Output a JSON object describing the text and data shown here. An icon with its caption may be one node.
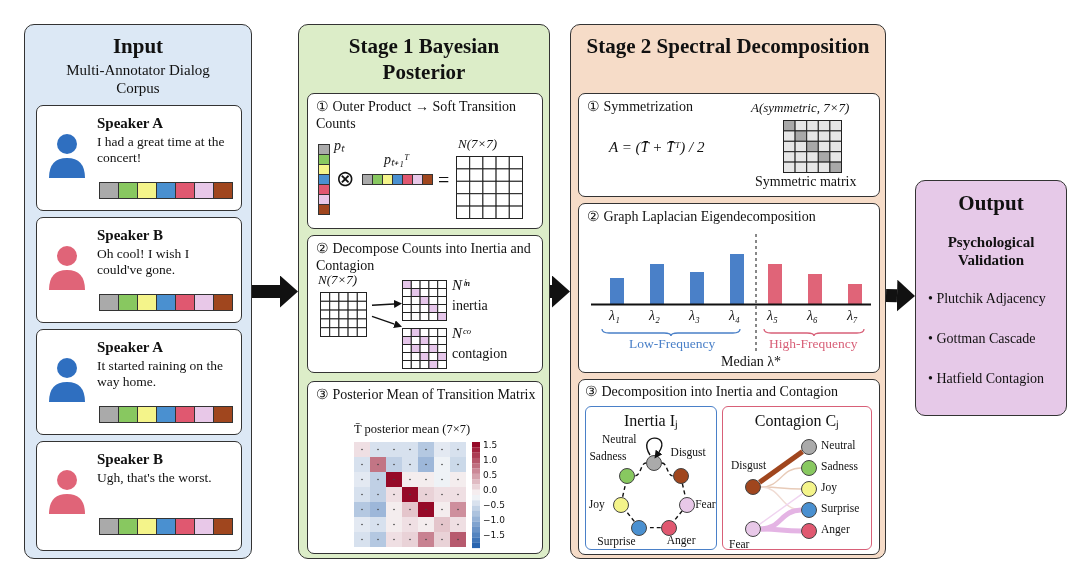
{
  "diagram": {
    "nodes": [
      {
        "text": [
          "Input",
          "Multi-Annotator Dialog Corpus"
        ]
      },
      {
        "text": [
          "Speaker A",
          "I had a great time at the concert!"
        ],
        "in": 0
      },
      {
        "text": [
          "Speaker B",
          "Oh cool! I wish I could've gone."
        ],
        "in": 0
      },
      {
        "text": [
          "Speaker A",
          "It started raining on the way home."
        ],
        "in": 0
      },
      {
        "text": [
          "Speaker B",
          "Ugh, that's the worst."
        ],
        "in": 0
      },
      {
        "text": [
          "Stage 1 Bayesian Posterior"
        ]
      },
      {
        "text": [
          "① Outer Product → Soft Transition Counts",
          "pₜ",
          "⊗",
          "pₜ₊₁ᵀ",
          "=",
          "N(7×7)"
        ],
        "in": 5
      },
      {
        "text": [
          "② Decompose Counts into Inertia and Contagion"
        ],
        "in": 5
      },
      {
        "text": [
          "N(7×7)"
        ],
        "in": 7
      },
      {
        "text": [
          "Nⁱⁿ",
          "inertia"
        ],
        "in": 7
      },
      {
        "text": [
          "Nᶜᵒ",
          "contagion"
        ],
        "in": 7
      },
      {
        "text": [
          "③ Posterior Mean of Transition Matrix",
          "T̄ posterior mean (7×7)",
          "1.5",
          "1.0",
          "0.5",
          "0.0",
          "−0.5",
          "−1.0",
          "−1.5"
        ],
        "in": 5
      },
      {
        "text": [
          "Stage 2 Spectral Decomposition"
        ]
      },
      {
        "text": [
          "① Symmetrization",
          "A = (T̄ + T̄ᵀ) / 2",
          "A(symmetric, 7×7)",
          "Symmetric matrix"
        ],
        "in": 12
      },
      {
        "text": [
          "② Graph Laplacian Eigendecomposition",
          "λ₁",
          "λ₂",
          "λ₃",
          "λ₄",
          "λ₅",
          "λ₆",
          "λ₇",
          "Low-Frequency",
          "High-Frequency",
          "Median λ*"
        ],
        "in": 12
      },
      {
        "text": [
          "③ Decomposition into Inertia and Contagion"
        ],
        "in": 12
      },
      {
        "text": [
          "Inertia Iⱼ"
        ],
        "in": 15
      },
      {
        "text": [],
        "shape": "circle",
        "beside": [
          "Neutral"
        ],
        "in": 16
      },
      {
        "text": [],
        "shape": "circle",
        "beside": [
          "Disgust"
        ],
        "in": 16
      },
      {
        "text": [],
        "shape": "circle",
        "beside": [
          "Fear"
        ],
        "in": 16
      },
      {
        "text": [],
        "shape": "circle",
        "beside": [
          "Anger"
        ],
        "in": 16
      },
      {
        "text": [],
        "shape": "circle",
        "beside": [
          "Surprise"
        ],
        "in": 16
      },
      {
        "text": [],
        "shape": "circle",
        "beside": [
          "Joy"
        ],
        "in": 16
      },
      {
        "text": [],
        "shape": "circle",
        "beside": [
          "Sadness"
        ],
        "in": 16
      },
      {
        "text": [
          "Contagion Cⱼ"
        ],
        "in": 15
      },
      {
        "text": [],
        "shape": "circle",
        "beside": [
          "Disgust"
        ],
        "in": 24
      },
      {
        "text": [],
        "shape": "circle",
        "beside": [
          "Fear"
        ],
        "in": 24
      },
      {
        "text": [],
        "shape": "circle",
        "beside": [
          "Neutral"
        ],
        "in": 24
      },
      {
        "text": [],
        "shape": "circle",
        "beside": [
          "Sadness"
        ],
        "in": 24
      },
      {
        "text": [],
        "shape": "circle",
        "beside": [
          "Joy"
        ],
        "in": 24
      },
      {
        "text": [],
        "shape": "circle",
        "beside": [
          "Surprise"
        ],
        "in": 24
      },
      {
        "text": [],
        "shape": "circle",
        "beside": [
          "Anger"
        ],
        "in": 24
      },
      {
        "text": [
          "Output",
          "Psychological Validation",
          "• Plutchik Adjacency",
          "• Gottman Cascade",
          "• Hatfield Contagion"
        ]
      }
    ],
    "edges": [
      {
        "from": 0,
        "to": 5,
        "arrow": "to",
        "style": "thick"
      },
      {
        "from": 8,
        "to": 9,
        "arrow": "to"
      },
      {
        "from": 8,
        "to": 10,
        "arrow": "to"
      },
      {
        "from": 5,
        "to": 12,
        "arrow": "to",
        "style": "thick"
      },
      {
        "from": 12,
        "to": 32,
        "arrow": "to",
        "style": "thick"
      },
      {
        "from": 17,
        "to": 17,
        "arrow": "to"
      },
      {
        "from": 17,
        "to": 18,
        "arrow": "none",
        "style": "dashed"
      },
      {
        "from": 18,
        "to": 19,
        "arrow": "none",
        "style": "dashed"
      },
      {
        "from": 19,
        "to": 20,
        "arrow": "none",
        "style": "dashed"
      },
      {
        "from": 20,
        "to": 21,
        "arrow": "none",
        "style": "dashed"
      },
      {
        "from": 21,
        "to": 22,
        "arrow": "none",
        "style": "dashed"
      },
      {
        "from": 22,
        "to": 23,
        "arrow": "none",
        "style": "dashed"
      },
      {
        "from": 23,
        "to": 17,
        "arrow": "none",
        "style": "dashed"
      },
      {
        "from": 25,
        "to": 27,
        "arrow": "none",
        "style": "thick",
        "color": "#a0461e"
      },
      {
        "from": 25,
        "to": 28,
        "arrow": "none",
        "color": "#e8cbb8"
      },
      {
        "from": 25,
        "to": 29,
        "arrow": "none",
        "color": "#e8cbb8"
      },
      {
        "from": 25,
        "to": 30,
        "arrow": "none",
        "color": "#f0dcd4"
      },
      {
        "from": 26,
        "to": 29,
        "arrow": "none",
        "color": "#f0d4f0"
      },
      {
        "from": 26,
        "to": 30,
        "arrow": "none",
        "style": "thick",
        "color": "#e4b4e4"
      },
      {
        "from": 26,
        "to": 31,
        "arrow": "none",
        "style": "thick",
        "color": "#e4b4e4"
      }
    ]
  }
}
